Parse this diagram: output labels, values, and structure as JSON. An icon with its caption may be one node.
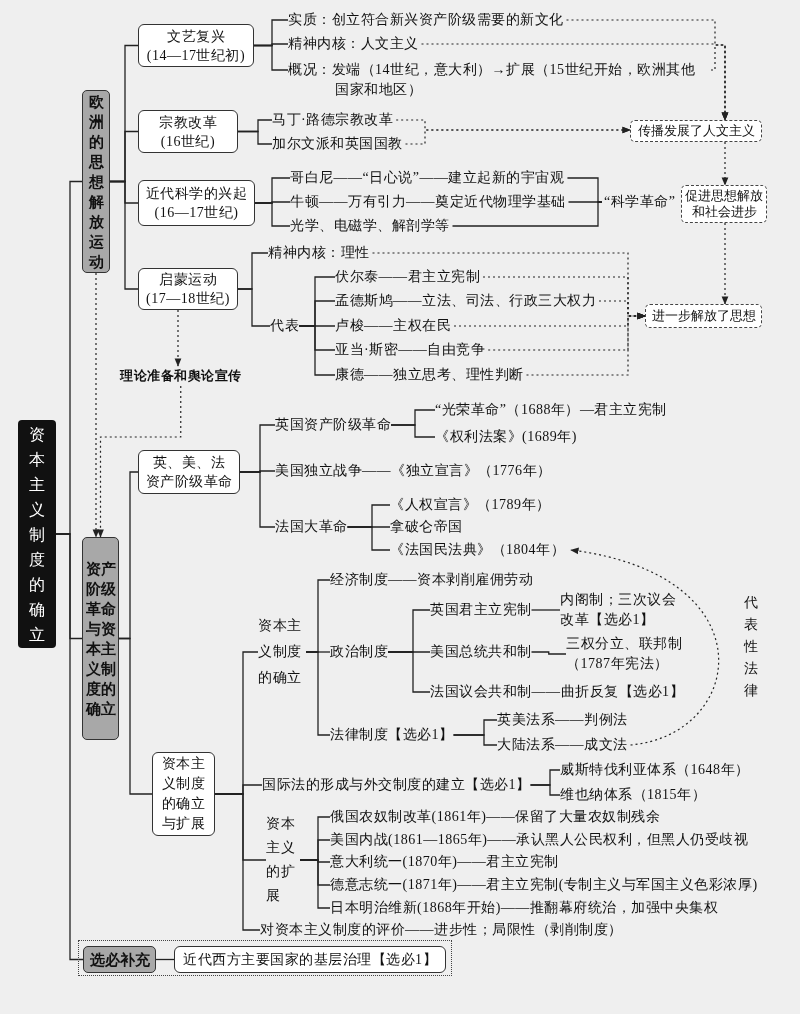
{
  "diagram": {
    "nodes": [
      {
        "text": [
          "资本主义制度的确立"
        ]
      },
      {
        "text": [
          "欧洲的思想解放运动"
        ]
      },
      {
        "text": [
          "文艺复兴",
          "(14—17世纪初)"
        ]
      },
      {
        "text": [
          "实质：创立符合新兴资产阶级需要的新文化"
        ]
      },
      {
        "text": [
          "精神内核：人文主义"
        ]
      },
      {
        "text": [
          "概况：发端（14世纪，意大利）→扩展（15世纪开始，欧洲其他国家和地区）"
        ]
      },
      {
        "text": [
          "宗教改革",
          "(16世纪)"
        ]
      },
      {
        "text": [
          "马丁·路德宗教改革"
        ]
      },
      {
        "text": [
          "加尔文派和英国国教"
        ]
      },
      {
        "text": [
          "传播发展了人文主义"
        ]
      },
      {
        "text": [
          "近代科学的兴起",
          "(16—17世纪)"
        ]
      },
      {
        "text": [
          "哥白尼——“日心说”——建立起新的宇宙观"
        ]
      },
      {
        "text": [
          "牛顿——万有引力——奠定近代物理学基础"
        ]
      },
      {
        "text": [
          "光学、电磁学、解剖学等"
        ]
      },
      {
        "text": [
          "“科学革命”"
        ]
      },
      {
        "text": [
          "促进思想解放和社会进步"
        ]
      },
      {
        "text": [
          "启蒙运动",
          "(17—18世纪)"
        ]
      },
      {
        "text": [
          "精神内核：理性"
        ]
      },
      {
        "text": [
          "代表"
        ]
      },
      {
        "text": [
          "伏尔泰——君主立宪制"
        ]
      },
      {
        "text": [
          "孟德斯鸠——立法、司法、行政三大权力"
        ]
      },
      {
        "text": [
          "卢梭——主权在民"
        ]
      },
      {
        "text": [
          "亚当·斯密——自由竞争"
        ]
      },
      {
        "text": [
          "康德——独立思考、理性判断"
        ]
      },
      {
        "text": [
          "进一步解放了思想"
        ]
      },
      {
        "text": [
          "理论准备和舆论宣传"
        ]
      },
      {
        "text": [
          "资产阶级革命与资本主义制度的确立"
        ]
      },
      {
        "text": [
          "英、美、法",
          "资产阶级革命"
        ]
      },
      {
        "text": [
          "英国资产阶级革命"
        ]
      },
      {
        "text": [
          "“光荣革命”（1688年）—君主立宪制"
        ]
      },
      {
        "text": [
          "《权利法案》(1689年)"
        ]
      },
      {
        "text": [
          "美国独立战争——《独立宣言》（1776年）"
        ]
      },
      {
        "text": [
          "法国大革命"
        ]
      },
      {
        "text": [
          "《人权宣言》（1789年）"
        ]
      },
      {
        "text": [
          "拿破仑帝国"
        ]
      },
      {
        "text": [
          "《法国民法典》（1804年）"
        ]
      },
      {
        "text": [
          "资本主义制度的确立与扩展"
        ]
      },
      {
        "text": [
          "资本主义制度的确立"
        ]
      },
      {
        "text": [
          "经济制度——资本剥削雇佣劳动"
        ]
      },
      {
        "text": [
          "政治制度"
        ]
      },
      {
        "text": [
          "英国君主立宪制"
        ]
      },
      {
        "text": [
          "内阁制；三次议会改革【选必1】"
        ]
      },
      {
        "text": [
          "美国总统共和制"
        ]
      },
      {
        "text": [
          "三权分立、联邦制（1787年宪法）"
        ]
      },
      {
        "text": [
          "法国议会共和制——曲折反复【选必1】"
        ]
      },
      {
        "text": [
          "法律制度【选必1】"
        ]
      },
      {
        "text": [
          "英美法系——判例法"
        ]
      },
      {
        "text": [
          "大陆法系——成文法"
        ]
      },
      {
        "text": [
          "国际法的形成与外交制度的建立【选必1】"
        ]
      },
      {
        "text": [
          "威斯特伐利亚体系（1648年）"
        ]
      },
      {
        "text": [
          "维也纳体系（1815年）"
        ]
      },
      {
        "text": [
          "资本主义的扩展"
        ]
      },
      {
        "text": [
          "俄国农奴制改革(1861年)——保留了大量农奴制残余"
        ]
      },
      {
        "text": [
          "美国内战(1861—1865年)——承认黑人公民权利，但黑人仍受歧视"
        ]
      },
      {
        "text": [
          "意大利统一(1870年)——君主立宪制"
        ]
      },
      {
        "text": [
          "德意志统一(1871年)——君主立宪制(专制主义与军国主义色彩浓厚)"
        ]
      },
      {
        "text": [
          "日本明治维新(1868年开始)——推翻幕府统治，加强中央集权"
        ]
      },
      {
        "text": [
          "对资本主义制度的评价——进步性；局限性（剥削制度）"
        ]
      },
      {
        "text": [],
        "shape": "box"
      },
      {
        "text": [
          "选必补充"
        ],
        "in": 58
      },
      {
        "text": [
          "近代西方主要国家的基层治理【选必1】"
        ],
        "in": 58
      }
    ],
    "edges": [
      {
        "from": 0,
        "to": 1,
        "arrow": "none"
      },
      {
        "from": 0,
        "to": 26,
        "arrow": "none"
      },
      {
        "from": 0,
        "to": 59,
        "arrow": "none"
      },
      {
        "from": 1,
        "to": 2,
        "arrow": "none"
      },
      {
        "from": 1,
        "to": 6,
        "arrow": "none"
      },
      {
        "from": 1,
        "to": 10,
        "arrow": "none"
      },
      {
        "from": 1,
        "to": 16,
        "arrow": "none"
      },
      {
        "from": 2,
        "to": 3,
        "arrow": "none"
      },
      {
        "from": 2,
        "to": 4,
        "arrow": "none"
      },
      {
        "from": 2,
        "to": 5,
        "arrow": "none"
      },
      {
        "from": 3,
        "to": 9,
        "arrow": "to",
        "style": "dashed"
      },
      {
        "from": 4,
        "to": 9,
        "arrow": "to",
        "style": "dashed"
      },
      {
        "from": 5,
        "to": 9,
        "arrow": "to",
        "style": "dashed"
      },
      {
        "from": 6,
        "to": 7,
        "arrow": "none"
      },
      {
        "from": 6,
        "to": 8,
        "arrow": "none"
      },
      {
        "from": 7,
        "to": 9,
        "arrow": "to",
        "style": "dashed"
      },
      {
        "from": 8,
        "to": 9,
        "arrow": "to",
        "style": "dashed"
      },
      {
        "from": 9,
        "to": 15,
        "arrow": "to",
        "style": "dashed"
      },
      {
        "from": 10,
        "to": 11,
        "arrow": "none"
      },
      {
        "from": 10,
        "to": 12,
        "arrow": "none"
      },
      {
        "from": 10,
        "to": 13,
        "arrow": "none"
      },
      {
        "from": 11,
        "to": 14,
        "arrow": "none"
      },
      {
        "from": 12,
        "to": 14,
        "arrow": "none"
      },
      {
        "from": 13,
        "to": 14,
        "arrow": "none"
      },
      {
        "from": 15,
        "to": 24,
        "arrow": "to",
        "style": "dashed"
      },
      {
        "from": 16,
        "to": 17,
        "arrow": "none"
      },
      {
        "from": 16,
        "to": 18,
        "arrow": "none"
      },
      {
        "from": 18,
        "to": 19,
        "arrow": "none"
      },
      {
        "from": 18,
        "to": 20,
        "arrow": "none"
      },
      {
        "from": 18,
        "to": 21,
        "arrow": "none"
      },
      {
        "from": 18,
        "to": 22,
        "arrow": "none"
      },
      {
        "from": 18,
        "to": 23,
        "arrow": "none"
      },
      {
        "from": 17,
        "to": 24,
        "arrow": "to",
        "style": "dashed"
      },
      {
        "from": 19,
        "to": 24,
        "arrow": "to",
        "style": "dashed"
      },
      {
        "from": 20,
        "to": 24,
        "arrow": "to",
        "style": "dashed"
      },
      {
        "from": 21,
        "to": 24,
        "arrow": "to",
        "style": "dashed"
      },
      {
        "from": 22,
        "to": 24,
        "arrow": "to",
        "style": "dashed"
      },
      {
        "from": 23,
        "to": 24,
        "arrow": "to",
        "style": "dashed"
      },
      {
        "from": 16,
        "to": 25,
        "arrow": "to",
        "style": "dashed"
      },
      {
        "from": 1,
        "to": 26,
        "arrow": "to",
        "style": "dashed"
      },
      {
        "from": 25,
        "to": 26,
        "arrow": "to",
        "style": "dashed"
      },
      {
        "from": 26,
        "to": 27,
        "arrow": "none"
      },
      {
        "from": 26,
        "to": 36,
        "arrow": "none"
      },
      {
        "from": 27,
        "to": 28,
        "arrow": "none"
      },
      {
        "from": 27,
        "to": 31,
        "arrow": "none"
      },
      {
        "from": 27,
        "to": 32,
        "arrow": "none"
      },
      {
        "from": 28,
        "to": 29,
        "arrow": "none"
      },
      {
        "from": 28,
        "to": 30,
        "arrow": "none"
      },
      {
        "from": 32,
        "to": 33,
        "arrow": "none"
      },
      {
        "from": 32,
        "to": 34,
        "arrow": "none"
      },
      {
        "from": 32,
        "to": 35,
        "arrow": "none"
      },
      {
        "from": 36,
        "to": 37,
        "arrow": "none"
      },
      {
        "from": 36,
        "to": 48,
        "arrow": "none"
      },
      {
        "from": 36,
        "to": 51,
        "arrow": "none"
      },
      {
        "from": 36,
        "to": 57,
        "arrow": "none"
      },
      {
        "from": 37,
        "to": 38,
        "arrow": "none"
      },
      {
        "from": 37,
        "to": 39,
        "arrow": "none"
      },
      {
        "from": 37,
        "to": 45,
        "arrow": "none"
      },
      {
        "from": 39,
        "to": 40,
        "arrow": "none"
      },
      {
        "from": 39,
        "to": 42,
        "arrow": "none"
      },
      {
        "from": 39,
        "to": 44,
        "arrow": "none"
      },
      {
        "from": 40,
        "to": 41,
        "arrow": "none"
      },
      {
        "from": 42,
        "to": 43,
        "arrow": "none"
      },
      {
        "from": 45,
        "to": 46,
        "arrow": "none"
      },
      {
        "from": 45,
        "to": 47,
        "arrow": "none"
      },
      {
        "from": 47,
        "to": 35,
        "label": "代表性法律",
        "arrow": "to",
        "style": "dashed"
      },
      {
        "from": 48,
        "to": 49,
        "arrow": "none"
      },
      {
        "from": 48,
        "to": 50,
        "arrow": "none"
      },
      {
        "from": 51,
        "to": 52,
        "arrow": "none"
      },
      {
        "from": 51,
        "to": 53,
        "arrow": "none"
      },
      {
        "from": 51,
        "to": 54,
        "arrow": "none"
      },
      {
        "from": 51,
        "to": 55,
        "arrow": "none"
      },
      {
        "from": 51,
        "to": 56,
        "arrow": "none"
      },
      {
        "from": 59,
        "to": 60,
        "arrow": "none"
      }
    ]
  }
}
